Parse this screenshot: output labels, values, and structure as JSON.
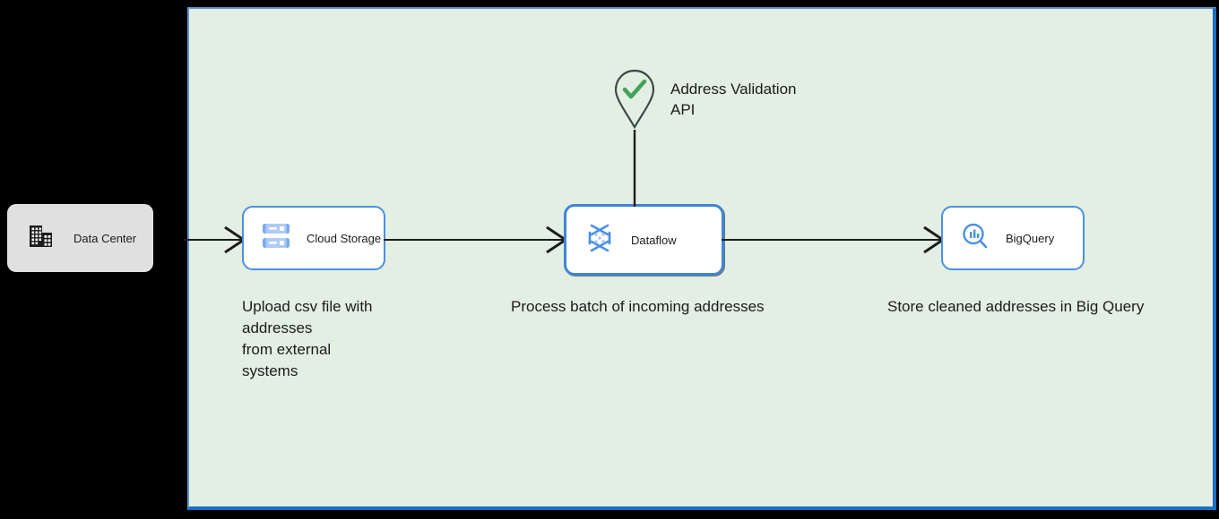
{
  "canvas": {
    "background_color": "#e3efe3",
    "border_color": "#1a6fc4"
  },
  "external": {
    "datacenter": {
      "label": "Data Center",
      "icon": "building-icon",
      "background_color": "#e0e0e0"
    }
  },
  "service": {
    "pin": {
      "icon": "map-pin-check-icon",
      "check_color": "#43a35b",
      "outline_color": "#3a4a48"
    },
    "label": "Address Validation\nAPI"
  },
  "nodes": [
    {
      "id": "cloud-storage",
      "label": "Cloud Storage",
      "icon": "cloud-storage-icon",
      "accent_color": "#4a90e2",
      "selected": false
    },
    {
      "id": "dataflow",
      "label": "Dataflow",
      "icon": "dataflow-icon",
      "accent_color": "#3d85d8",
      "selected": true
    },
    {
      "id": "bigquery",
      "label": "BigQuery",
      "icon": "bigquery-icon",
      "accent_color": "#4a90e2",
      "selected": false
    }
  ],
  "captions": {
    "storage": "Upload csv file with\naddresses\nfrom external\nsystems",
    "dataflow": "Process batch of incoming addresses",
    "bigquery": "Store cleaned addresses in Big Query"
  },
  "connectors": [
    {
      "id": "datacenter-to-storage",
      "from": "Data Center",
      "to": "Cloud Storage",
      "style": "arrow"
    },
    {
      "id": "storage-to-dataflow",
      "from": "Cloud Storage",
      "to": "Dataflow",
      "style": "arrow"
    },
    {
      "id": "dataflow-to-bigquery",
      "from": "Dataflow",
      "to": "BigQuery",
      "style": "arrow"
    },
    {
      "id": "api-to-dataflow",
      "from": "Address Validation API",
      "to": "Dataflow",
      "style": "line"
    }
  ]
}
